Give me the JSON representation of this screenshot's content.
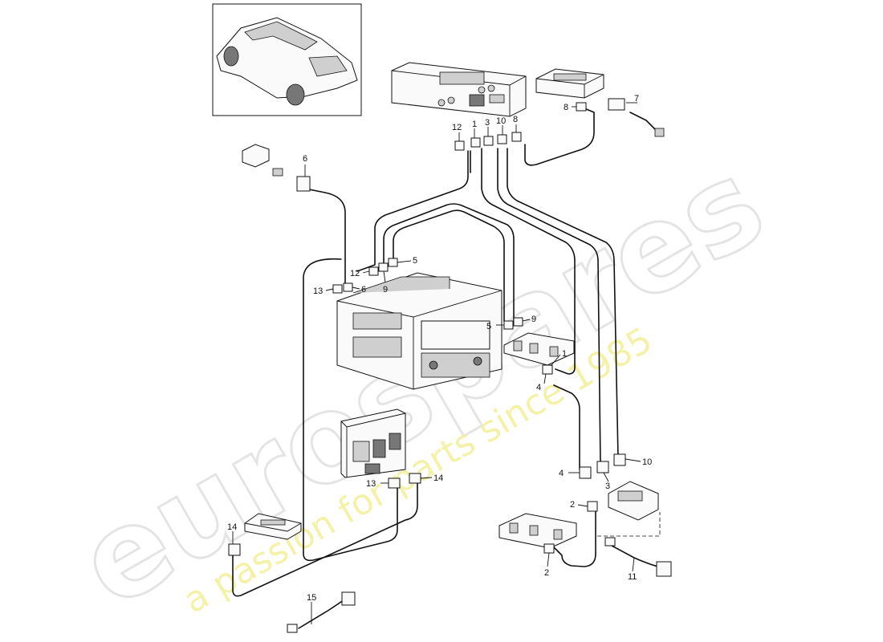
{
  "watermark": {
    "logo": "eurospares",
    "tagline": "a passion for parts since 1985"
  },
  "callouts": {
    "c1a": "1",
    "c1b": "1",
    "c2a": "2",
    "c2b": "2",
    "c3a": "3",
    "c3b": "3",
    "c4a": "4",
    "c4b": "4",
    "c5a": "5",
    "c5b": "5",
    "c6a": "6",
    "c6b": "6",
    "c7": "7",
    "c8a": "8",
    "c8b": "8",
    "c9a": "9",
    "c9b": "9",
    "c10a": "10",
    "c10b": "10",
    "c11": "11",
    "c12a": "12",
    "c12b": "12",
    "c13a": "13",
    "c13b": "13",
    "c14a": "14",
    "c14b": "14",
    "c15": "15"
  }
}
